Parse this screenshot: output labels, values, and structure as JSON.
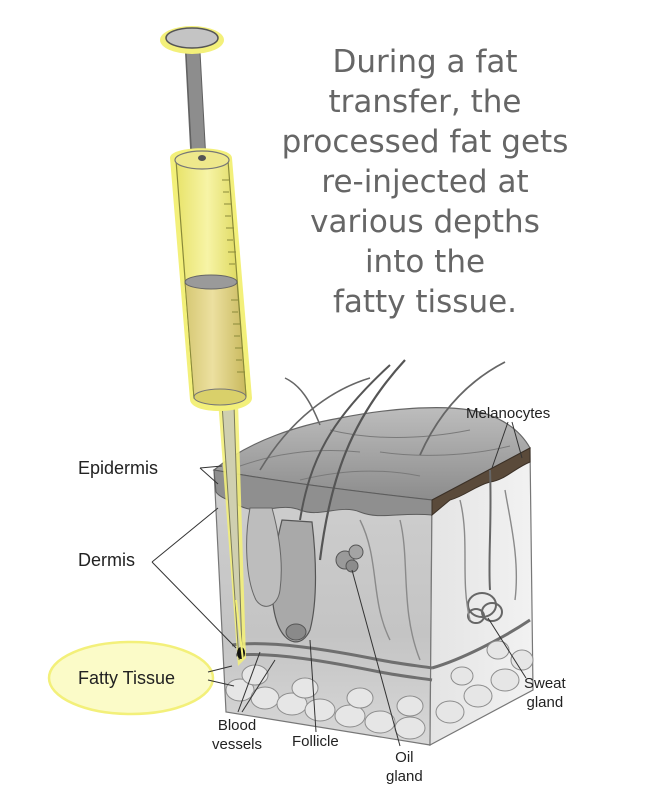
{
  "caption": {
    "lines": [
      "During a fat",
      "transfer, the",
      "processed fat gets",
      "re-injected at",
      "various depths",
      "into the",
      "fatty tissue."
    ]
  },
  "labels": {
    "epidermis": "Epidermis",
    "dermis": "Dermis",
    "fatty_tissue": "Fatty Tissue",
    "melanocytes": "Melanocytes",
    "blood_vessels": [
      "Blood",
      "vessels"
    ],
    "follicle": "Follicle",
    "oil_gland": [
      "Oil",
      "gland"
    ],
    "sweat_gland": [
      "Sweat",
      "gland"
    ]
  },
  "colors": {
    "highlight": "#f3f07a",
    "highlight_fill": "#fbfbc8",
    "syringe_fill": "#f0ec7a",
    "caption_text": "#666666"
  },
  "icons": {
    "syringe": "syringe-icon"
  }
}
